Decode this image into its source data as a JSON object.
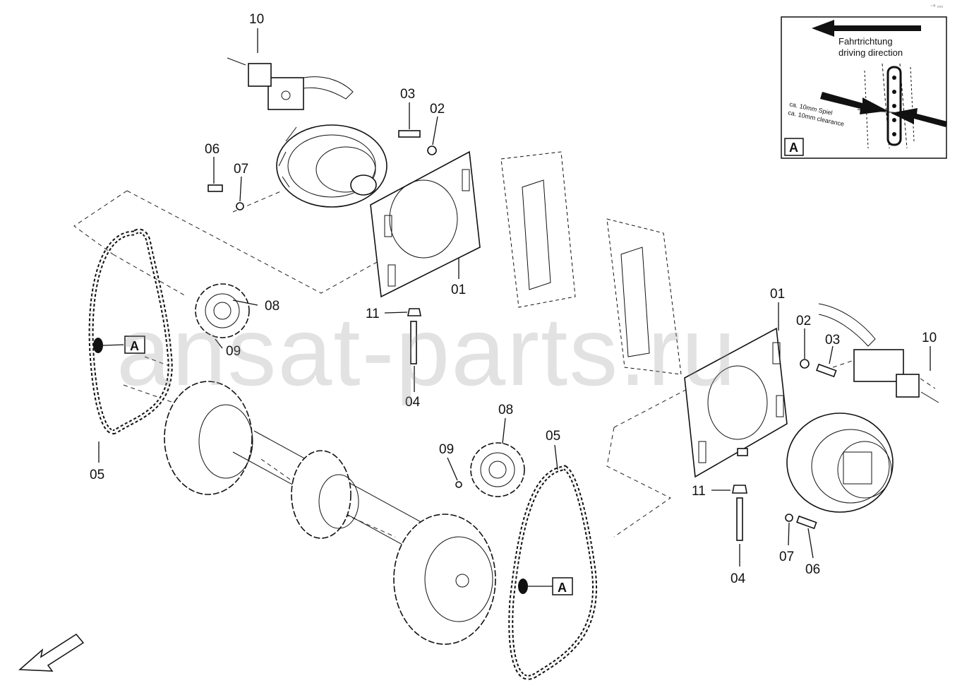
{
  "callouts": {
    "c10_left": "10",
    "c03_left": "03",
    "c02_left": "02",
    "c06_left": "06",
    "c07_left": "07",
    "c08_left": "08",
    "c09_left": "09",
    "c11_left": "11",
    "c01_left": "01",
    "c04_left": "04",
    "c05_left": "05",
    "c08_mid": "08",
    "c09_mid": "09",
    "c05_mid": "05",
    "c01_right": "01",
    "c02_right": "02",
    "c03_right": "03",
    "c10_right": "10",
    "c11_right": "11",
    "c04_right": "04",
    "c07_right": "07",
    "c06_right": "06"
  },
  "markers": {
    "a_left": "A",
    "a_mid": "A"
  },
  "detail": {
    "tag": "A",
    "line1": "Fahrtrichtung",
    "line2": "driving direction",
    "note1": "ca. 10mm Spiel",
    "note2": "ca. 10mm clearance"
  },
  "watermark": "ansat-parts.ru",
  "corner_mark": "⁻⁰ ▫▫▫"
}
